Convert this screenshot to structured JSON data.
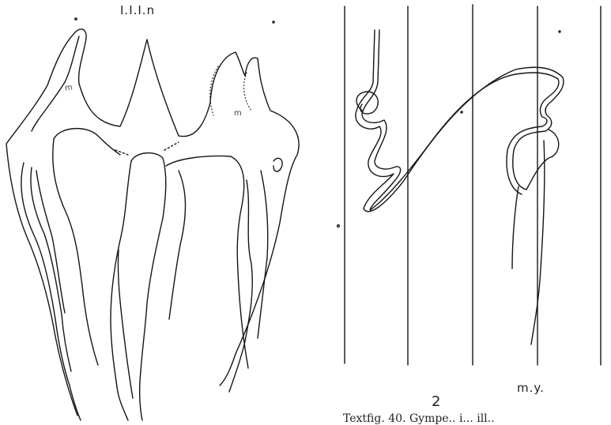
{
  "figure": {
    "top_label": "I.I.I.n",
    "tooth_marks": [
      "m",
      "m"
    ],
    "right_label": "m.y.",
    "panel_number": "2",
    "caption": "Textfig. 40.  Gympe.. i... ill.."
  }
}
